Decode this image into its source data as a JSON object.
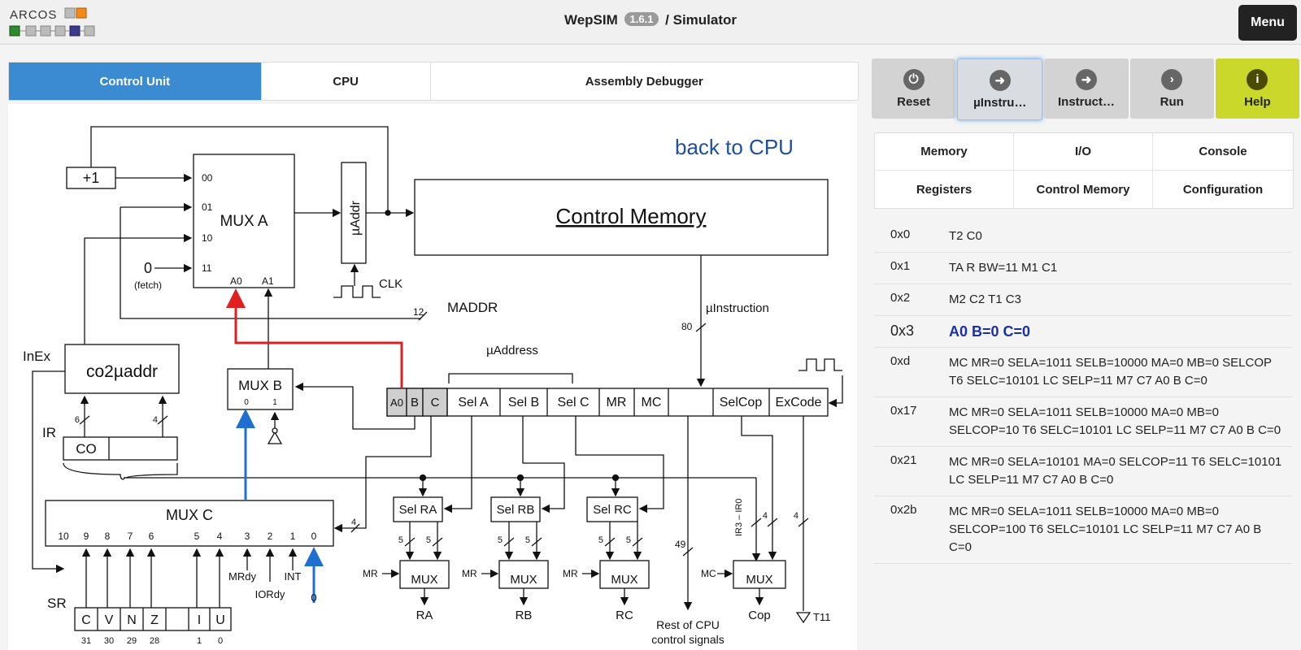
{
  "header": {
    "logo_text": "ARCOS",
    "title_prefix": "WepSIM",
    "version": "1.6.1",
    "title_suffix": "/ Simulator",
    "menu_label": "Menu"
  },
  "tabs": [
    {
      "label": "Control Unit"
    },
    {
      "label": "CPU"
    },
    {
      "label": "Assembly Debugger"
    }
  ],
  "back_link": "back to CPU",
  "toolbar": [
    {
      "label": "Reset",
      "icon": "power-icon"
    },
    {
      "label": "µInstru…",
      "icon": "arrow-right-icon"
    },
    {
      "label": "Instruct…",
      "icon": "arrow-right-icon"
    },
    {
      "label": "Run",
      "icon": "chevron-right-icon"
    },
    {
      "label": "Help",
      "icon": "info-icon"
    }
  ],
  "panels": [
    {
      "label": "Memory"
    },
    {
      "label": "I/O"
    },
    {
      "label": "Console"
    },
    {
      "label": "Registers"
    },
    {
      "label": "Control Memory"
    },
    {
      "label": "Configuration"
    }
  ],
  "control_memory": [
    {
      "addr": "0x0",
      "value": "T2 C0"
    },
    {
      "addr": "0x1",
      "value": "TA R BW=11 M1 C1"
    },
    {
      "addr": "0x2",
      "value": "M2 C2 T1 C3"
    },
    {
      "addr": "0x3",
      "value": "A0 B=0 C=0"
    },
    {
      "addr": "0xd",
      "value": "MC MR=0 SELA=1011 SELB=10000 MA=0 MB=0 SELCOP T6 SELC=10101 LC SELP=11 M7 C7 A0 B C=0"
    },
    {
      "addr": "0x17",
      "value": "MC MR=0 SELA=1011 SELB=10000 MA=0 MB=0 SELCOP=10 T6 SELC=10101 LC SELP=11 M7 C7 A0 B C=0"
    },
    {
      "addr": "0x21",
      "value": "MC MR=0 SELA=10101 MA=0 SELCOP=11 T6 SELC=10101 LC SELP=11 M7 C7 A0 B C=0"
    },
    {
      "addr": "0x2b",
      "value": "MC MR=0 SELA=1011 SELB=10000 MA=0 MB=0 SELCOP=100 T6 SELC=10101 LC SELP=11 M7 C7 A0 B C=0"
    }
  ],
  "diagram": {
    "plus_one": "+1",
    "mux_a": "MUX A",
    "mux_a_inputs": [
      "00",
      "01",
      "10",
      "11"
    ],
    "mux_a_sel": [
      "A0",
      "A1"
    ],
    "zero": "0",
    "fetch": "(fetch)",
    "uaddr": "µAddr",
    "clk": "CLK",
    "control_memory": "Control Memory",
    "maddr": "MADDR",
    "maddr_width": "12",
    "uinstruction": "µInstruction",
    "uinstruction_width": "80",
    "uaddress": "µAddress",
    "inex": "InEx",
    "co2uaddr": "co2µaddr",
    "mux_b": "MUX B",
    "mux_b_inputs": [
      "0",
      "1"
    ],
    "ir": "IR",
    "ir_co": "CO",
    "ir_w1": "6",
    "ir_w2": "4",
    "fields": [
      "A0",
      "B",
      "C",
      "Sel A",
      "Sel B",
      "Sel C",
      "MR",
      "MC",
      "",
      "SelCop",
      "ExCode"
    ],
    "mux_c": "MUX C",
    "mux_c_inputs": [
      "10",
      "9",
      "8",
      "7",
      "6",
      "5",
      "4",
      "3",
      "2",
      "1",
      "0"
    ],
    "mux_c_w": "4",
    "sel_ra": "Sel RA",
    "sel_rb": "Sel RB",
    "sel_rc": "Sel RC",
    "mux": "MUX",
    "mr": "MR",
    "mc": "MC",
    "five": "5",
    "four": "4",
    "ra": "RA",
    "rb": "RB",
    "rc": "RC",
    "cop": "Cop",
    "t11": "T11",
    "w49": "49",
    "ir3_ir0": "IR3 – IR0",
    "rest": "Rest of CPU",
    "rest2": "control signals",
    "mrdy": "MRdy",
    "iordy": "IORdy",
    "int": "INT",
    "zero_in": "0",
    "sr": "SR",
    "sr_bits": [
      "C",
      "V",
      "N",
      "Z",
      "",
      "I",
      "U"
    ],
    "sr_nums": [
      "31",
      "30",
      "29",
      "28",
      "1",
      "0"
    ]
  }
}
